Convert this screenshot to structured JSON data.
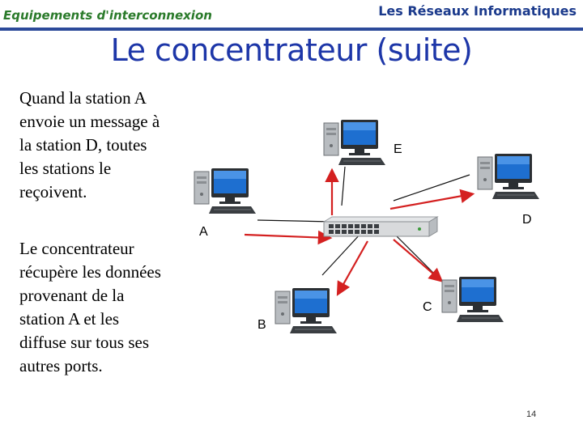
{
  "header": {
    "left": "Equipements d'interconnexion",
    "right": "Les Réseaux Informatiques"
  },
  "title": "Le concentrateur (suite)",
  "paragraphs": [
    "Quand la station A envoie un message à la station D, toutes les stations le reçoivent.",
    "Le concentrateur récupère les données provenant de la station A et les diffuse sur tous ses autres ports."
  ],
  "diagram": {
    "labels": {
      "a": "A",
      "b": "B",
      "c": "C",
      "d": "D",
      "e": "E"
    },
    "colors": {
      "arrow": "#d42020",
      "wire": "#111111",
      "monitor": "#1e6fd0",
      "case": "#b8bcc0"
    }
  },
  "page_number": "14"
}
